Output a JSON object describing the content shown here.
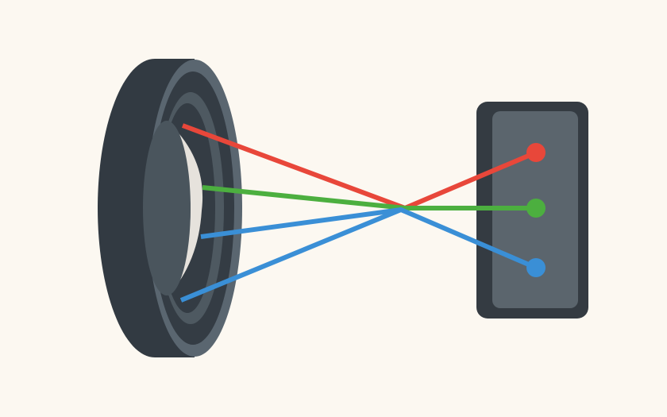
{
  "colors": {
    "background": "#fcf8f1",
    "lens_body": "#323a42",
    "lens_rim": "#5a6670",
    "lens_glass": "#4a555d",
    "lens_highlight": "#e6e2dc",
    "sensor_frame": "#343b42",
    "sensor_face": "#5b656d",
    "red": "#e8473a",
    "green": "#4caf3f",
    "blue": "#3a8fd6"
  },
  "rays": [
    {
      "name": "red",
      "color": "#e8473a"
    },
    {
      "name": "green",
      "color": "#4caf3f"
    },
    {
      "name": "blue",
      "color": "#3a8fd6"
    }
  ]
}
